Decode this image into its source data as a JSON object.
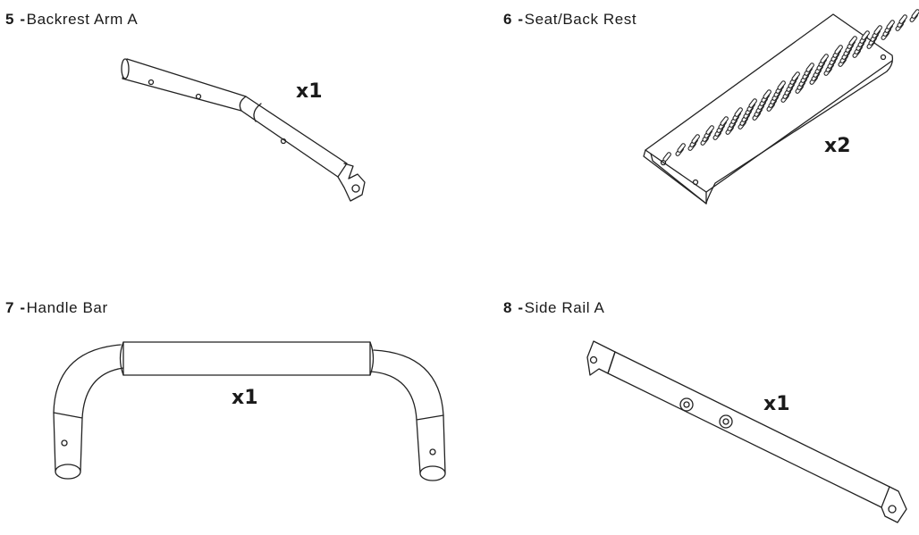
{
  "parts": [
    {
      "number": "5",
      "separator": " -",
      "name": "Backrest Arm A",
      "quantity": "x1",
      "drawing_icon": "backrest-arm-tube-drawing"
    },
    {
      "number": "6",
      "separator": " -",
      "name": "Seat/Back Rest",
      "quantity": "x2",
      "drawing_icon": "perforated-seat-panel-drawing"
    },
    {
      "number": "7",
      "separator": " -",
      "name": "Handle Bar",
      "quantity": "x1",
      "drawing_icon": "u-shaped-handle-bar-drawing"
    },
    {
      "number": "8",
      "separator": " -",
      "name": "Side Rail A",
      "quantity": "x1",
      "drawing_icon": "side-rail-tube-drawing"
    }
  ]
}
